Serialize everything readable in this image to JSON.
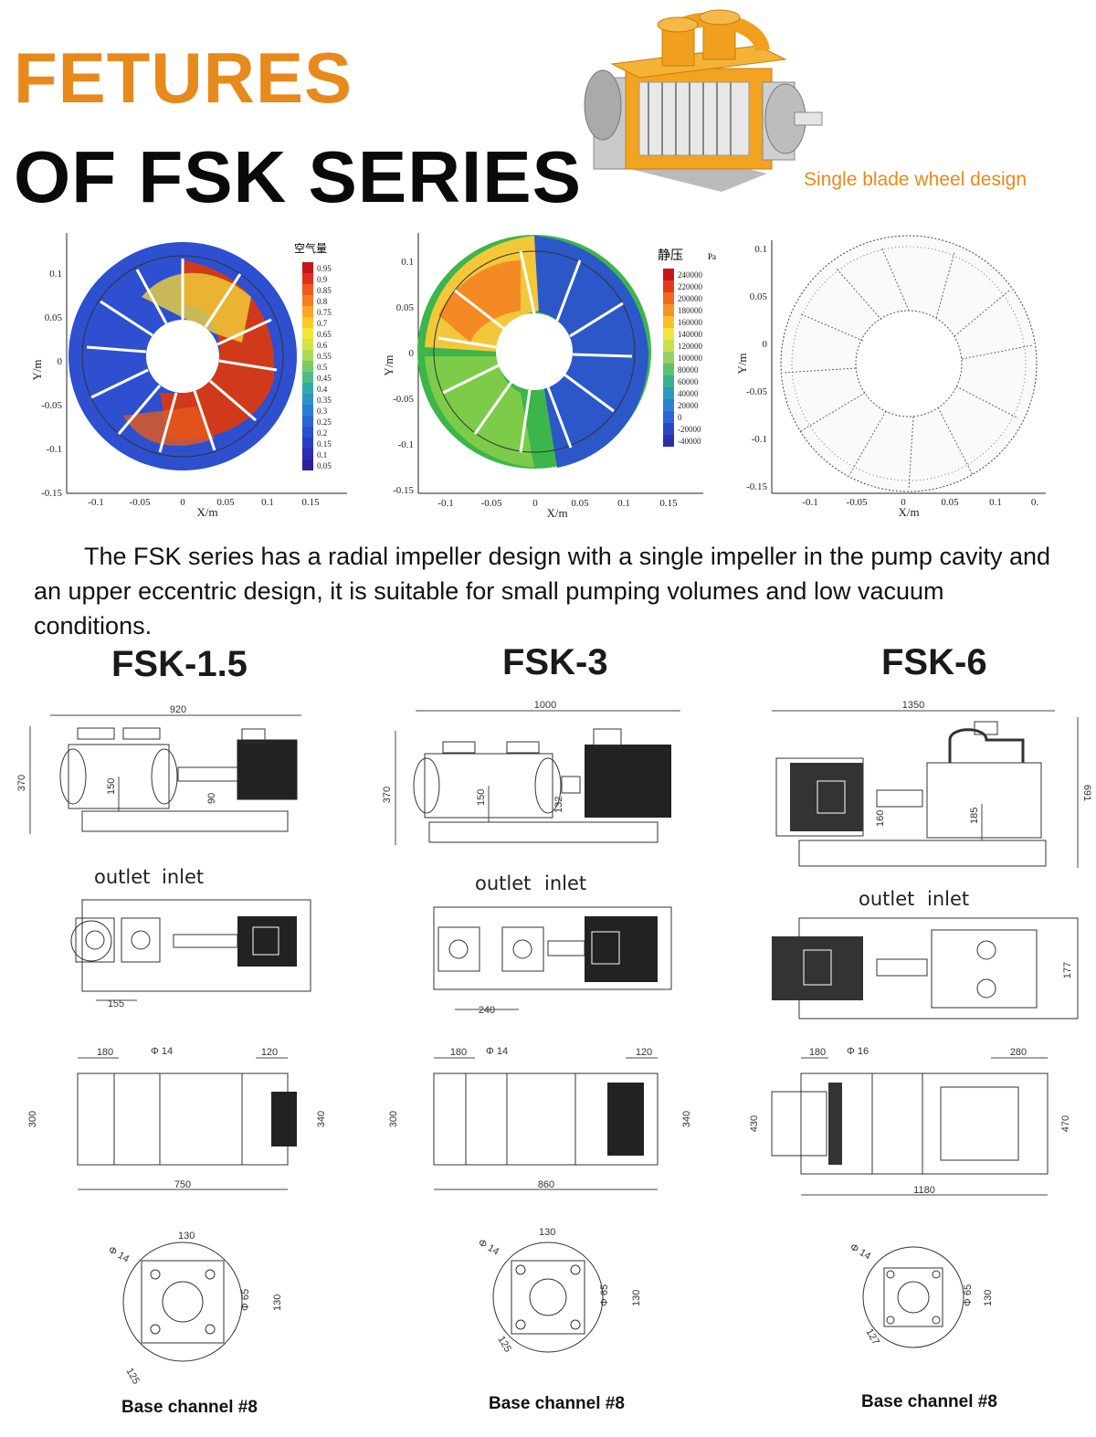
{
  "header": {
    "title_line1": "FETURES",
    "title_line2": "OF FSK SERIES",
    "product_caption": "Single blade wheel design"
  },
  "colors": {
    "accent": "#e8891c",
    "text": "#111111"
  },
  "cfd_plots": [
    {
      "legend_title": "空气量",
      "legend_values": [
        "0.95",
        "0.9",
        "0.85",
        "0.8",
        "0.75",
        "0.7",
        "0.65",
        "0.6",
        "0.55",
        "0.5",
        "0.45",
        "0.4",
        "0.35",
        "0.3",
        "0.25",
        "0.2",
        "0.15",
        "0.1",
        "0.05"
      ],
      "y_ticks": [
        "0.1",
        "0.05",
        "0",
        "-0.05",
        "-0.1",
        "-0.15"
      ],
      "x_ticks": [
        "-0.1",
        "-0.05",
        "0",
        "0.05",
        "0.1",
        "0.15"
      ],
      "xlabel": "X/m",
      "ylabel": "Y/m"
    },
    {
      "legend_title": "静压",
      "legend_unit": "Pa",
      "legend_values": [
        "240000",
        "220000",
        "200000",
        "180000",
        "160000",
        "140000",
        "120000",
        "100000",
        "80000",
        "60000",
        "40000",
        "20000",
        "0",
        "-20000",
        "-40000"
      ],
      "y_ticks": [
        "0.1",
        "0.05",
        "0",
        "-0.05",
        "-0.1",
        "-0.15"
      ],
      "x_ticks": [
        "-0.1",
        "-0.05",
        "0",
        "0.05",
        "0.1",
        "0.15"
      ],
      "xlabel": "X/m",
      "ylabel": "Y/m"
    },
    {
      "y_ticks": [
        "0.1",
        "0.05",
        "0",
        "-0.05",
        "-0.1",
        "-0.15"
      ],
      "x_ticks": [
        "-0.1",
        "-0.05",
        "0",
        "0.05",
        "0.1",
        "0."
      ],
      "xlabel": "X/m",
      "ylabel": "Y/m"
    }
  ],
  "description": "The FSK series has a radial impeller design with a single impeller in the pump cavity and an upper eccentric design, it is suitable for small pumping volumes and low vacuum conditions.",
  "models": [
    {
      "name": "FSK-1.5",
      "side": {
        "length": "920",
        "height": "370",
        "shaft_height": "150",
        "motor_height": "90"
      },
      "top": {
        "outlet": "outlet",
        "inlet": "inlet",
        "spacing": "155"
      },
      "base": {
        "left": "180",
        "hole": "Φ 14",
        "right": "120",
        "width": "300",
        "total_width": "340",
        "length": "750"
      },
      "flange": {
        "square": "130",
        "hole": "Φ 14",
        "bore": "Φ 65",
        "side": "130",
        "pcd": "125"
      },
      "base_label": "Base channel #8"
    },
    {
      "name": "FSK-3",
      "side": {
        "length": "1000",
        "height": "370",
        "shaft_height": "150",
        "motor_height": "132"
      },
      "top": {
        "outlet": "outlet",
        "inlet": "inlet",
        "spacing": "240"
      },
      "base": {
        "left": "180",
        "hole": "Φ 14",
        "right": "120",
        "width": "300",
        "total_width": "340",
        "length": "860"
      },
      "flange": {
        "square": "130",
        "hole": "Φ 14",
        "bore": "Φ 65",
        "side": "130",
        "pcd": "125"
      },
      "base_label": "Base channel #8"
    },
    {
      "name": "FSK-6",
      "side": {
        "length": "1350",
        "height": "691",
        "shaft_height": "185",
        "motor_height": "160"
      },
      "top": {
        "outlet": "outlet",
        "inlet": "inlet",
        "spacing": "177"
      },
      "base": {
        "left": "180",
        "hole": "Φ 16",
        "right": "280",
        "width": "430",
        "total_width": "470",
        "length": "1180"
      },
      "flange": {
        "square": "",
        "hole": "Φ 14",
        "bore": "Φ 65",
        "side": "130",
        "pcd": "127"
      },
      "base_label": "Base channel #8"
    }
  ]
}
